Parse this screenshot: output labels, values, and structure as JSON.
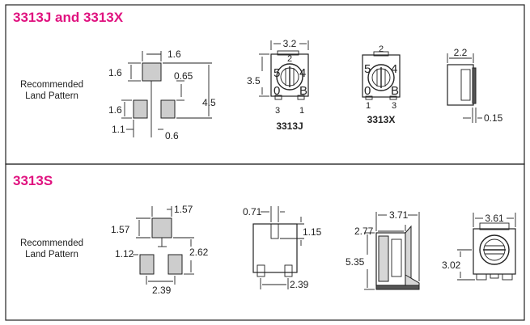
{
  "sections": [
    {
      "title": "3313J and 3313X",
      "land_pattern_label": [
        "Recommended",
        "Land Pattern"
      ],
      "dims": {
        "pad_w": "1.6",
        "pad_h": "1.6",
        "gap": "0.65",
        "lower_pad_h": "1.6",
        "span": "4.5",
        "offset": "1.1",
        "pitch": "0.6"
      },
      "j_view": {
        "width": "3.2",
        "height": "3.5",
        "pins": [
          "2",
          "5",
          "4",
          "0",
          "B",
          "3",
          "1"
        ],
        "caption": "3313J"
      },
      "x_view": {
        "pins": [
          "2",
          "5",
          "4",
          "0",
          "B",
          "1",
          "3"
        ],
        "caption": "3313X"
      },
      "side_view": {
        "width": "2.2",
        "thickness": "0.15"
      }
    },
    {
      "title": "3313S",
      "land_pattern_label": [
        "Recommended",
        "Land Pattern"
      ],
      "dims": {
        "pad_w": "1.57",
        "pad_h": "1.57",
        "lower_pad_h": "1.12",
        "span": "2.62",
        "pitch": "2.39"
      },
      "front_view": {
        "slot": "0.71",
        "slot_depth": "1.15",
        "pin_span": "2.39"
      },
      "side_view": {
        "width": "3.71",
        "depth": "2.77",
        "height": "5.35"
      },
      "top_view": {
        "width": "3.61",
        "height": "3.02"
      }
    }
  ],
  "colors": {
    "heading": "#e0127f",
    "pad_fill": "#cdcdcd",
    "border": "#222222"
  }
}
